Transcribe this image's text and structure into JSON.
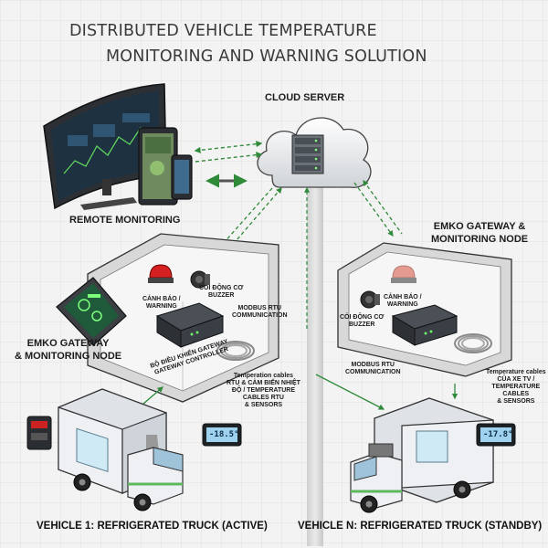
{
  "title": {
    "line1": "DISTRIBUTED VEHICLE TEMPERATURE",
    "line2": "MONITORING AND WARNING SOLUTION"
  },
  "labels": {
    "cloud_server": "CLOUD SERVER",
    "remote_monitoring": "REMOTE MONITORING",
    "gateway_left": "EMKO GATEWAY\n& MONITORING NODE",
    "gateway_right": "EMKO GATEWAY &\nMONITORING NODE",
    "vehicle_1": "VEHICLE 1: REFRIGERATED TRUCK (ACTIVE)",
    "vehicle_n": "VEHICLE N: REFRIGERATED TRUCK (STANDBY)"
  },
  "left_node": {
    "warning": "CẢNH BÁO /\nWARNING",
    "buzzer": "CÒI ĐỘNG CƠ\nBUZZER",
    "modbus": "MODBUS RTU\nCOMMUNICATION",
    "controller": "BỘ ĐIỀU KHIỂN GATEWAY\nGATEWAY CONTROLLER",
    "cables": "Temperation cables\nRTU & CẢM BIẾN NHIỆT\nĐỘ / TEMPERATURE\nCABLES RTU\n& SENSORS"
  },
  "right_node": {
    "warning": "CẢNH BÁO /\nWARNING",
    "buzzer": "CÒI ĐỘNG CƠ\nBUZZER",
    "modbus": "MODBUS RTU\nCOMMUNICATION",
    "cables": "Temperature cables\nCỦA XE TV /\nTEMPERATURE\nCABLES\n& SENSORS"
  },
  "displays": {
    "vehicle_1": "-18.5°",
    "vehicle_n": "-17.8°"
  },
  "colors": {
    "link_green": "#2f8a3a",
    "beacon_red": "#d42020",
    "beacon_dim": "#e59a90",
    "truck_body": "#eef0f3",
    "cab_green": "#5fb85f"
  },
  "icons": [
    "monitor-icon",
    "tablet-icon",
    "phone-icon",
    "cloud-icon",
    "server-icon",
    "beacon-icon",
    "buzzer-icon",
    "controller-icon",
    "cable-coil-icon",
    "touch-panel-icon",
    "truck-icon",
    "temperature-display-icon",
    "sync-arrows-icon"
  ]
}
